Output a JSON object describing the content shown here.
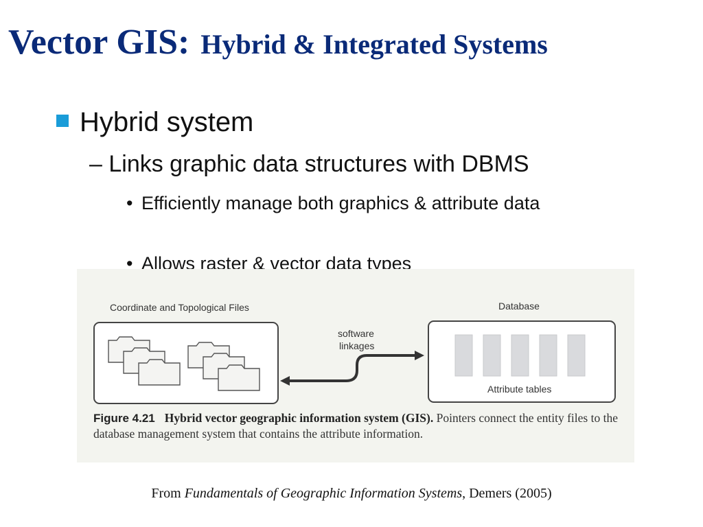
{
  "title": {
    "main": "Vector GIS:",
    "subtitle": "Hybrid & Integrated Systems"
  },
  "bullets": {
    "level1": "Hybrid system",
    "level2": "– Links graphic data structures with DBMS",
    "level3": [
      "Efficiently manage both graphics & attribute data",
      "Allows raster & vector data types"
    ],
    "bullet_glyph": "•"
  },
  "figure": {
    "left_box_label": "Coordinate and Topological Files",
    "right_box_label": "Database",
    "link_label_line1": "software",
    "link_label_line2": "linkages",
    "tables_label": "Attribute tables",
    "caption_number": "Figure 4.21",
    "caption_title": "Hybrid vector geographic information system (GIS).",
    "caption_text": "Pointers connect the entity files to the database management system that contains the attribute information."
  },
  "source": {
    "prefix": "From ",
    "book": "Fundamentals of Geographic Information Systems",
    "suffix": ", Demers (2005)"
  },
  "colors": {
    "title": "#0a2a78",
    "bullet_square": "#1a9cd8",
    "figure_background": "#f3f4ef"
  }
}
